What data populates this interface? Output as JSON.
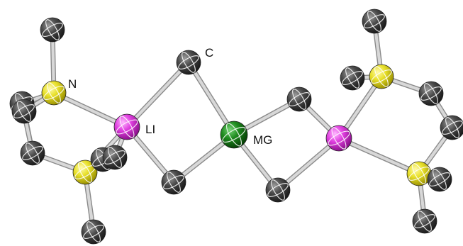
{
  "labels": {
    "nitrogen": "N",
    "carbon": "C",
    "lithium": "LI",
    "magnesium": "MG"
  },
  "colors": {
    "carbon": "#4a4a4a",
    "nitrogen": "#e8e02a",
    "lithium": "#e040e0",
    "magnesium": "#1e8a1e",
    "bond": "#d8d8d8",
    "background": "#ffffff"
  },
  "atoms": [
    {
      "id": "c1",
      "element": "carbon"
    },
    {
      "id": "n1",
      "element": "nitrogen"
    },
    {
      "id": "c2",
      "element": "carbon"
    },
    {
      "id": "c3",
      "element": "carbon"
    },
    {
      "id": "c4",
      "element": "carbon"
    },
    {
      "id": "c5",
      "element": "carbon"
    },
    {
      "id": "n2",
      "element": "nitrogen"
    },
    {
      "id": "c6",
      "element": "carbon"
    },
    {
      "id": "c7",
      "element": "carbon"
    },
    {
      "id": "li1",
      "element": "lithium"
    },
    {
      "id": "c8",
      "element": "carbon"
    },
    {
      "id": "c9",
      "element": "carbon"
    },
    {
      "id": "mg1",
      "element": "magnesium"
    },
    {
      "id": "c10",
      "element": "carbon"
    },
    {
      "id": "c11",
      "element": "carbon"
    },
    {
      "id": "li2",
      "element": "lithium"
    },
    {
      "id": "n3",
      "element": "nitrogen"
    },
    {
      "id": "c12",
      "element": "carbon"
    },
    {
      "id": "c13",
      "element": "carbon"
    },
    {
      "id": "c14",
      "element": "carbon"
    },
    {
      "id": "c15",
      "element": "carbon"
    },
    {
      "id": "n4",
      "element": "nitrogen"
    },
    {
      "id": "c16",
      "element": "carbon"
    },
    {
      "id": "c17",
      "element": "carbon"
    }
  ],
  "bonds": [
    [
      "c1",
      "n1"
    ],
    [
      "n1",
      "c2"
    ],
    [
      "n1",
      "c3"
    ],
    [
      "n1",
      "li1"
    ],
    [
      "c3",
      "c4"
    ],
    [
      "c2",
      "c4"
    ],
    [
      "c4",
      "n2"
    ],
    [
      "n2",
      "c5"
    ],
    [
      "n2",
      "c6"
    ],
    [
      "n2",
      "li1"
    ],
    [
      "c7",
      "li1"
    ],
    [
      "li1",
      "c8"
    ],
    [
      "li1",
      "c9"
    ],
    [
      "c8",
      "mg1"
    ],
    [
      "c9",
      "mg1"
    ],
    [
      "mg1",
      "c10"
    ],
    [
      "mg1",
      "c11"
    ],
    [
      "c10",
      "li2"
    ],
    [
      "c11",
      "li2"
    ],
    [
      "li2",
      "n3"
    ],
    [
      "li2",
      "n4"
    ],
    [
      "n3",
      "c12"
    ],
    [
      "n3",
      "c13"
    ],
    [
      "n3",
      "c14"
    ],
    [
      "c14",
      "c15"
    ],
    [
      "c15",
      "n4"
    ],
    [
      "n4",
      "c16"
    ],
    [
      "n4",
      "c17"
    ]
  ]
}
